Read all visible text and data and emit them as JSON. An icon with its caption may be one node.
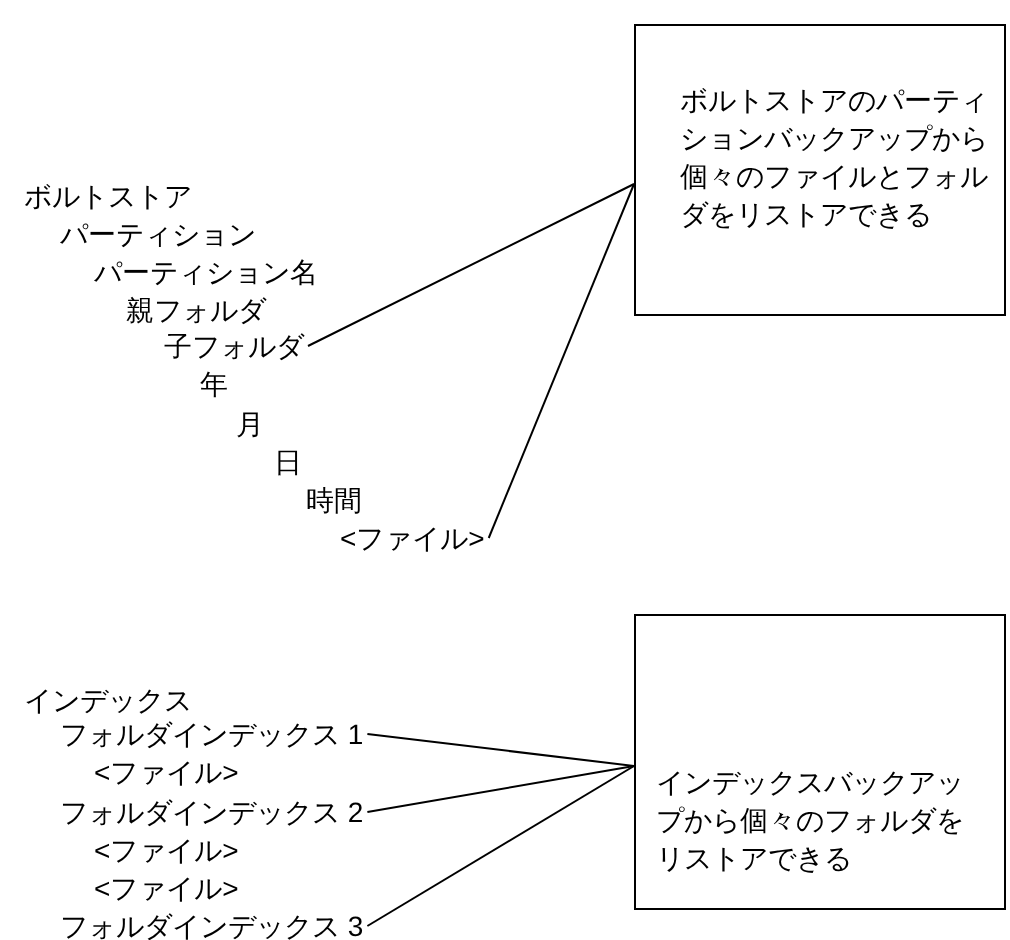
{
  "diagram": {
    "nodes": [
      {
        "text": [
          "ボルトストア"
        ]
      },
      {
        "text": [
          "パーティション"
        ]
      },
      {
        "text": [
          "パーティション名"
        ]
      },
      {
        "text": [
          "親フォルダ"
        ]
      },
      {
        "text": [
          "子フォルダ"
        ]
      },
      {
        "text": [
          "年"
        ]
      },
      {
        "text": [
          "月"
        ]
      },
      {
        "text": [
          "日"
        ]
      },
      {
        "text": [
          "時間"
        ]
      },
      {
        "text": [
          "<ファイル>"
        ]
      },
      {
        "text": [
          "ボルトストアのパーティションバックアップから個々のファイルとフォルダをリストアできる"
        ]
      },
      {
        "text": [
          "インデックス"
        ]
      },
      {
        "text": [
          "フォルダインデックス 1"
        ]
      },
      {
        "text": [
          "<ファイル>"
        ]
      },
      {
        "text": [
          "フォルダインデックス 2"
        ]
      },
      {
        "text": [
          "<ファイル>"
        ]
      },
      {
        "text": [
          "<ファイル>"
        ]
      },
      {
        "text": [
          "フォルダインデックス 3"
        ]
      },
      {
        "text": [
          "インデックスバックアップから個々のフォルダをリストアできる"
        ]
      }
    ],
    "edges": [
      {
        "from": 10,
        "to": 4,
        "arrow": "none"
      },
      {
        "from": 10,
        "to": 9,
        "arrow": "none"
      },
      {
        "from": 18,
        "to": 12,
        "arrow": "none"
      },
      {
        "from": 18,
        "to": 14,
        "arrow": "none"
      },
      {
        "from": 18,
        "to": 17,
        "arrow": "none"
      }
    ]
  }
}
